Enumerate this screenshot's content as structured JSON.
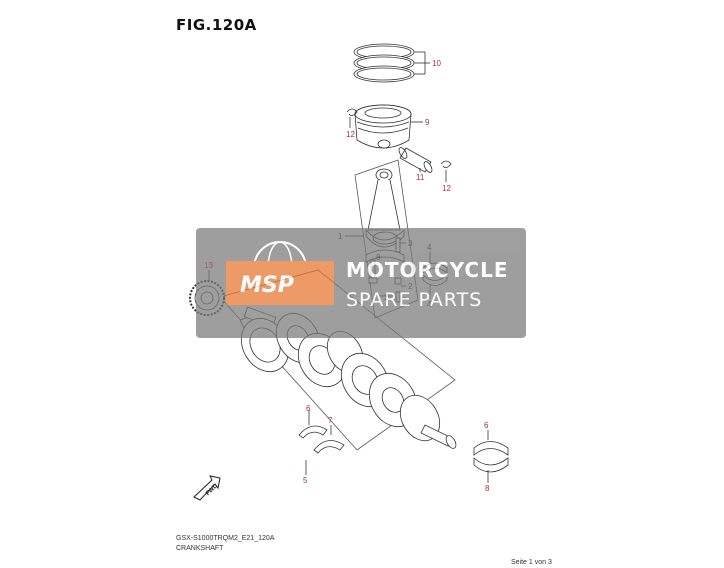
{
  "figure": {
    "title": "FIG.120A",
    "code": "GSX-S1000ТRQM2_E21_120A",
    "name": "CRANKSHAFT",
    "page_info": "Seite 1 von 3"
  },
  "callouts": [
    {
      "id": "10",
      "part": "piston-rings"
    },
    {
      "id": "9",
      "part": "piston"
    },
    {
      "id": "12",
      "part": "piston-pin-circlip-left"
    },
    {
      "id": "11",
      "part": "piston-pin"
    },
    {
      "id": "12",
      "part": "piston-pin-circlip-right"
    },
    {
      "id": "1",
      "part": "connecting-rod"
    },
    {
      "id": "3",
      "part": "conrod-bolt-upper"
    },
    {
      "id": "3",
      "part": "conrod-bolt-lower"
    },
    {
      "id": "4",
      "part": "conrod-bearing-upper"
    },
    {
      "id": "4",
      "part": "conrod-bearing-lower"
    },
    {
      "id": "2",
      "part": "conrod-nut-upper"
    },
    {
      "id": "2",
      "part": "conrod-nut-lower"
    },
    {
      "id": "13",
      "part": "crank-gear"
    },
    {
      "id": "6",
      "part": "thrust-washer-6"
    },
    {
      "id": "7",
      "part": "thrust-washer-7"
    },
    {
      "id": "5",
      "part": "thrust-bearing"
    },
    {
      "id": "6",
      "part": "main-bearing-upper"
    },
    {
      "id": "8",
      "part": "main-bearing-lower"
    }
  ],
  "fwd_arrow": "FWD",
  "watermark": {
    "logo": "MSP",
    "brand": "MOTORCYCLE",
    "sub": "SPARE PARTS",
    "bg_color": "#7a7a7a",
    "logo_color": "#e8742e"
  },
  "colors": {
    "callout": "#a83232",
    "line": "#333333"
  }
}
